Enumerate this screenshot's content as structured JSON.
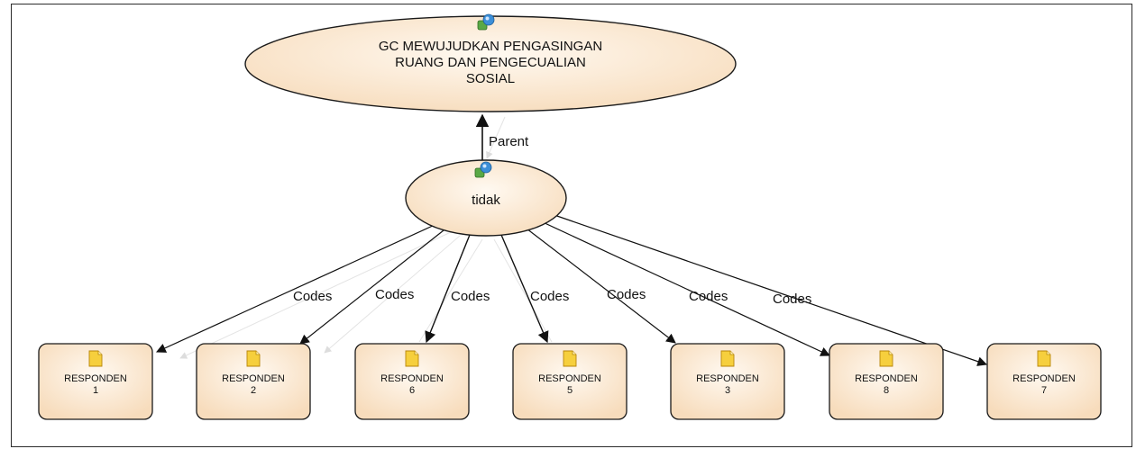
{
  "root": {
    "lines": [
      "GC MEWUJUDKAN PENGASINGAN",
      "RUANG DAN PENGECUALIAN",
      "SOSIAL"
    ],
    "icon": "node-group-icon"
  },
  "middle": {
    "label": "tidak",
    "icon": "node-group-icon"
  },
  "parent_edge": {
    "label": "Parent"
  },
  "children": [
    {
      "line1": "RESPONDEN",
      "line2": "1",
      "edge_label": "Codes",
      "icon": "document-icon"
    },
    {
      "line1": "RESPONDEN",
      "line2": "2",
      "edge_label": "Codes",
      "icon": "document-icon"
    },
    {
      "line1": "RESPONDEN",
      "line2": "6",
      "edge_label": "Codes",
      "icon": "document-icon"
    },
    {
      "line1": "RESPONDEN",
      "line2": "5",
      "edge_label": "Codes",
      "icon": "document-icon"
    },
    {
      "line1": "RESPONDEN",
      "line2": "3",
      "edge_label": "Codes",
      "icon": "document-icon"
    },
    {
      "line1": "RESPONDEN",
      "line2": "8",
      "edge_label": "Codes",
      "icon": "document-icon"
    },
    {
      "line1": "RESPONDEN",
      "line2": "7",
      "edge_label": "Codes",
      "icon": "document-icon"
    }
  ],
  "colors": {
    "node_fill": "#fbe7cf",
    "node_stroke": "#1a1a1a",
    "edge": "#111111"
  }
}
